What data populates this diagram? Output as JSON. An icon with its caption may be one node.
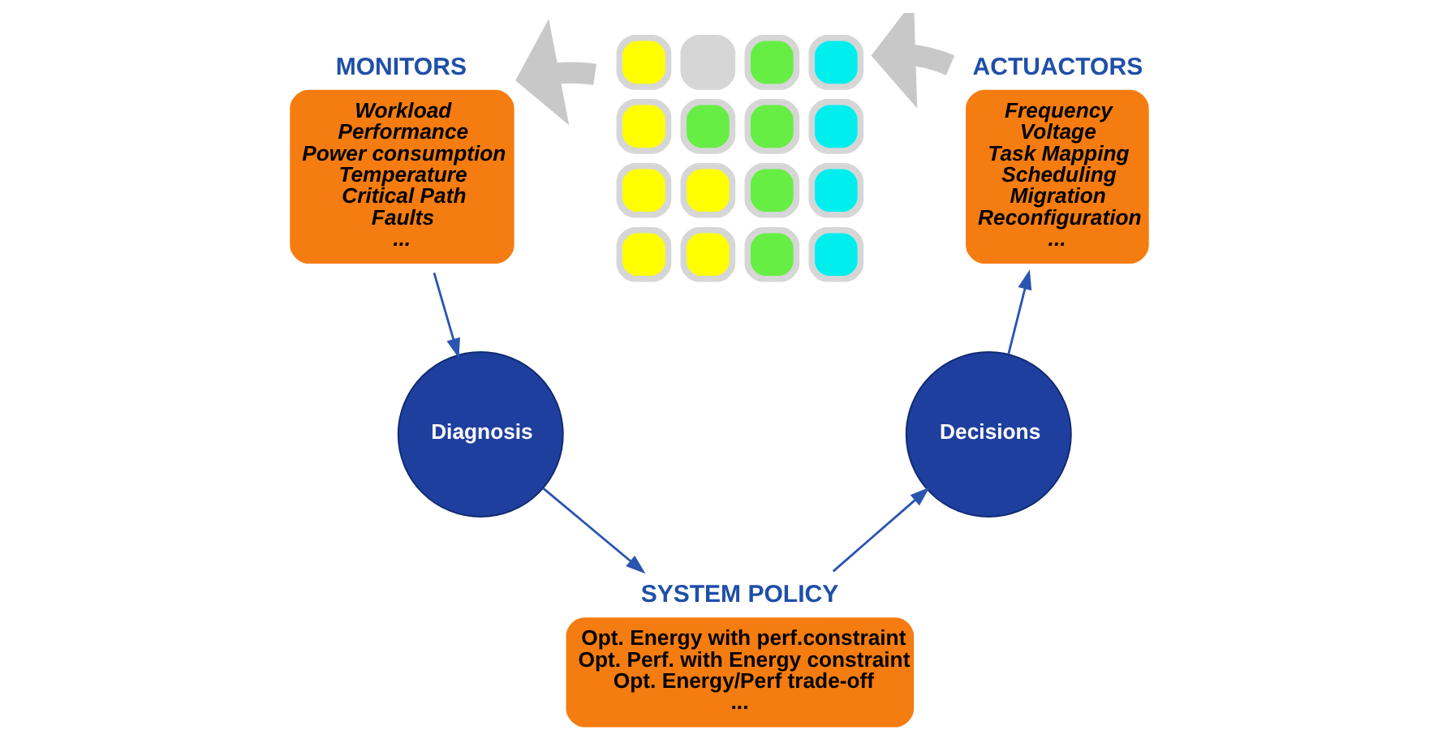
{
  "diagram": {
    "nodes": [
      {
        "text": [
          "MONITORS",
          "Workload",
          "Performance",
          "Power consumption",
          "Temperature",
          "Critical Path",
          "Faults",
          "..."
        ]
      },
      {
        "text": [],
        "shape": "grid"
      },
      {
        "text": [
          "ACTUACTORS",
          "Frequency",
          "Voltage",
          "Task Mapping",
          "Scheduling",
          "Migration",
          "Reconfiguration",
          "..."
        ]
      },
      {
        "text": [
          "Diagnosis"
        ]
      },
      {
        "text": [
          "SYSTEM POLICY",
          "Opt. Energy with perf.constraint",
          "Opt. Perf. with Energy constraint",
          "Opt. Energy/Perf trade-off",
          "..."
        ]
      },
      {
        "text": [
          "Decisions"
        ]
      }
    ],
    "edges": [
      {
        "from": 1,
        "to": 0,
        "arrow": "to",
        "style": "thick",
        "color": "#c8c8c8"
      },
      {
        "from": 2,
        "to": 1,
        "arrow": "to",
        "style": "thick",
        "color": "#c8c8c8"
      },
      {
        "from": 0,
        "to": 3,
        "arrow": "to"
      },
      {
        "from": 3,
        "to": 4,
        "arrow": "to"
      },
      {
        "from": 4,
        "to": 5,
        "arrow": "to"
      },
      {
        "from": 5,
        "to": 2,
        "arrow": "to"
      }
    ]
  }
}
